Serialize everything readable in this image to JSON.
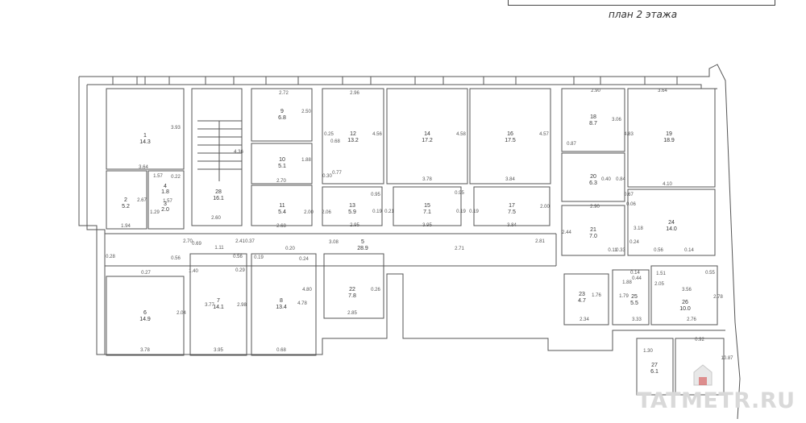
{
  "plan_title": "план 2 этажа",
  "watermark": "TATMETR.RU",
  "rooms": [
    {
      "num": "1",
      "area": "14.3"
    },
    {
      "num": "2",
      "area": "5.2"
    },
    {
      "num": "3",
      "area": "2.0"
    },
    {
      "num": "4",
      "area": "1.8"
    },
    {
      "num": "5",
      "area": "28.9"
    },
    {
      "num": "6",
      "area": "14.9"
    },
    {
      "num": "7",
      "area": "14.1"
    },
    {
      "num": "8",
      "area": "13.4"
    },
    {
      "num": "9",
      "area": "6.8"
    },
    {
      "num": "10",
      "area": "5.1"
    },
    {
      "num": "11",
      "area": "5.4"
    },
    {
      "num": "12",
      "area": "13.2"
    },
    {
      "num": "13",
      "area": "5.9"
    },
    {
      "num": "14",
      "area": "17.2"
    },
    {
      "num": "15",
      "area": "7.1"
    },
    {
      "num": "16",
      "area": "17.5"
    },
    {
      "num": "17",
      "area": "7.5"
    },
    {
      "num": "18",
      "area": "8.7"
    },
    {
      "num": "19",
      "area": "18.9"
    },
    {
      "num": "20",
      "area": "6.3"
    },
    {
      "num": "21",
      "area": "7.0"
    },
    {
      "num": "22",
      "area": "7.8"
    },
    {
      "num": "23",
      "area": "4.7"
    },
    {
      "num": "24",
      "area": "14.0"
    },
    {
      "num": "25",
      "area": "5.5"
    },
    {
      "num": "26",
      "area": "10.0"
    },
    {
      "num": "27",
      "area": "6.1"
    },
    {
      "num": "28",
      "area": "16.1"
    }
  ],
  "dimensions": [
    "2.72",
    "2.96",
    "2.90",
    "3.64",
    "3.93",
    "3.64",
    "1.57",
    "0.22",
    "1.57",
    "1.94",
    "2.67",
    "1.29",
    "2.60",
    "4.36",
    "2.50",
    "1.88",
    "2.70",
    "2.00",
    "2.68",
    "0.25",
    "0.68",
    "4.56",
    "4.58",
    "4.57",
    "3.78",
    "3.84",
    "0.30",
    "0.77",
    "0.95",
    "2.06",
    "2.00",
    "2.95",
    "3.95",
    "0.19",
    "0.21",
    "0.19",
    "0.19",
    "3.84",
    "0.95",
    "0.87",
    "3.06",
    "4.83",
    "4.10",
    "2.90",
    "0.40",
    "0.84",
    "0.67",
    "0.06",
    "3.18",
    "2.44",
    "0.24",
    "0.56",
    "0.14",
    "0.11",
    "0.33",
    "0.14",
    "0.44",
    "1.88",
    "2.05",
    "3.56",
    "1.51",
    "0.55",
    "2.78",
    "1.79",
    "2.76",
    "3.33",
    "2.34",
    "1.76",
    "2.70",
    "0.56",
    "0.69",
    "1.11",
    "2.41",
    "0.37",
    "0.56",
    "0.20",
    "3.08",
    "1.40",
    "0.29",
    "0.19",
    "0.24",
    "0.28",
    "0.27",
    "2.04",
    "3.78",
    "3.95",
    "3.77",
    "2.98",
    "4.78",
    "4.80",
    "0.68",
    "0.26",
    "2.85",
    "2.71",
    "2.81",
    "10.87",
    "1.30",
    "0.92",
    "2.98",
    "2.90"
  ]
}
